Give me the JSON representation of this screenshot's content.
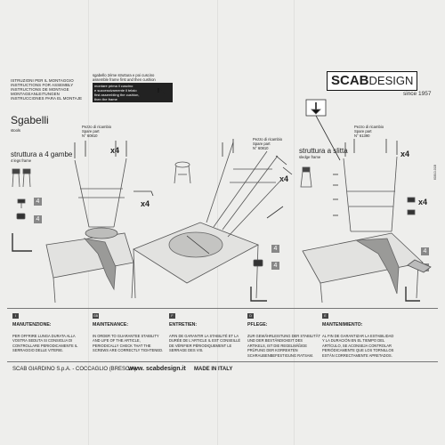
{
  "header": {
    "instructions": [
      "ISTRUZIONI PER IL MONTAGGIO",
      "INSTRUCTIONS FOR ASSEMBLY",
      "INSTRUCTIONS DE MONTAGE",
      "MONTAGEANLEITUNGEN",
      "INSTRUCCIONES PARA EL MONTAJE"
    ],
    "warning_lines": [
      "sgabello 2ème struttura e poi cuscino",
      "assemble frame first and then cushion"
    ],
    "warning_dark_lines": [
      "montare prima il cuscino",
      "e successivamente il telaio",
      "first assembling the cushion,",
      "then the frame"
    ]
  },
  "brand": {
    "name": "SCAB",
    "suffix": "DESIGN",
    "since": "since 1957"
  },
  "product": {
    "title": "Sgabelli",
    "subtitle": "stools"
  },
  "sections": [
    {
      "title": "struttura a 4 gambe",
      "subtitle": "4 legs frame"
    },
    {
      "title": "struttura a slitta",
      "subtitle": "sledge frame"
    }
  ],
  "callouts": {
    "a": {
      "label": "Pezzo di ricambio",
      "sub": "Spare part",
      "code": "N° 60810"
    },
    "b": {
      "label": "Pezzo di ricambio",
      "sub": "Spare part",
      "code": "N° 60810"
    },
    "c": {
      "label": "Pezzo di ricambio",
      "sub": "Spare part",
      "code": "N° 61390"
    }
  },
  "quantities": {
    "x4": "x4"
  },
  "part_counts": {
    "four": "4"
  },
  "maintenance": [
    {
      "lang": "I",
      "heading": "MANUTENZIONE:",
      "lines": [
        "PER OFFRIRE LUNGA DURATA ALLA",
        "VOSTRA SEDUTA SI CONSIGLIA DI",
        "CONTROLLARE PERIODICAMENTE IL",
        "SERRAGGIO DELLE VITERIE."
      ]
    },
    {
      "lang": "GB",
      "heading": "MAINTENANCE:",
      "lines": [
        "IN ORDER TO GUARANTEE STABILITY",
        "AND LIFE OF THE ARTICLE,",
        "PERIODICALLY CHECK THAT THE",
        "SCREWS ARE CORRECTLY TIGHTENED."
      ]
    },
    {
      "lang": "F",
      "heading": "ENTRETIEN:",
      "lines": [
        "AFIN DE GARANTIR LA STABILITÉ ET LA",
        "DURÉE DE L'ARTICLE IL EST CONSEILLÉ",
        "DE VÉRIFIER PÉRIODIQUEMENT LE",
        "SERRAGE DES VIS."
      ]
    },
    {
      "lang": "D",
      "heading": "PFLEGE:",
      "lines": [
        "ZUR GEWÄHRLEISTUNG DER STABILITÄT",
        "UND DER BESTÄNDIGKEIT DES",
        "ARTIKELS, IST DIE REGELMÄßIGE",
        "PRÜFUNG DER KORREKTEN",
        "SCHRAUBENBEFESTIGUNG RATSAM."
      ]
    },
    {
      "lang": "E",
      "heading": "MANTENIMIENTO:",
      "lines": [
        "AL FIN DE GARANTIZAR LA ESTABILIDAD",
        "Y LA DURACIÓN EN EL TIEMPO DEL",
        "ARTÍCULO, SE ACONSEJA CONTROLAR",
        "PERIÓDICAMENTE QUE LOS TORNILLOS",
        "ESTÁN CORRECTAMENTE APRETADOS."
      ]
    }
  ],
  "footer": {
    "company": "SCAB GIARDINO S.p.A. - COCCAGLIO (BRESCIA)",
    "website": "www. scabdesign.it",
    "made_in": "MADE IN ITALY"
  },
  "side_code": "60810-01B"
}
